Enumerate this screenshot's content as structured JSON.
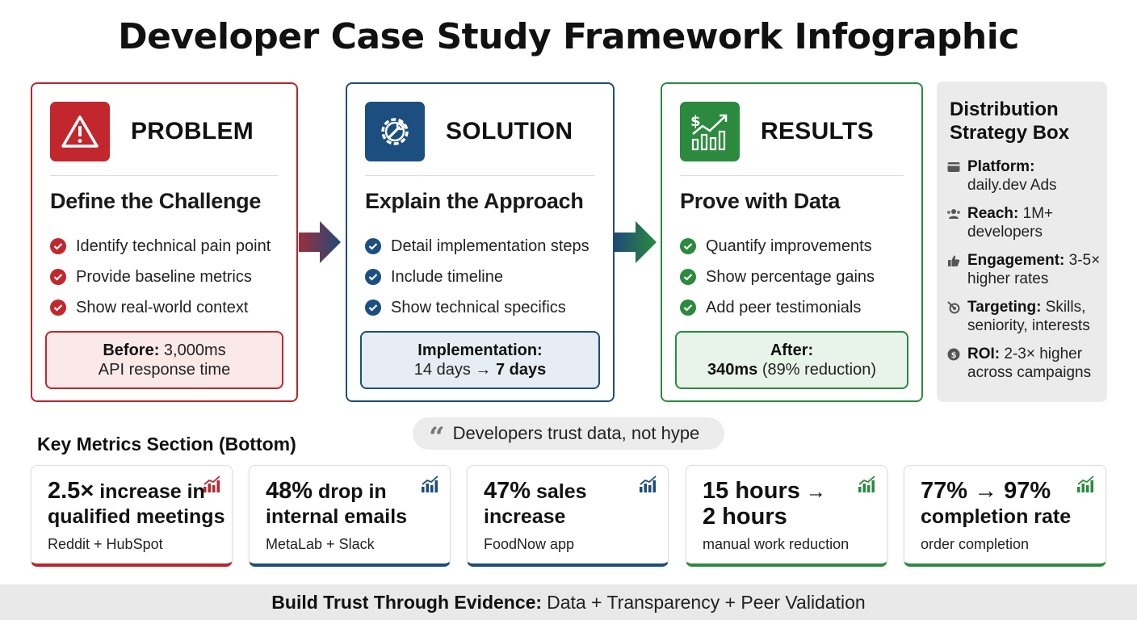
{
  "title": "Developer Case Study Framework Infographic",
  "colors": {
    "problem": "#c1272d",
    "solution": "#1c4f80",
    "results": "#2b8a3e"
  },
  "cards": [
    {
      "icon": "warning-triangle-icon",
      "heading": "PROBLEM",
      "subheading": "Define the Challenge",
      "items": [
        "Identify technical pain point",
        "Provide baseline metrics",
        "Show real-world context"
      ],
      "callout_label": "Before:",
      "callout_value": " 3,000ms",
      "callout_line2": "API response time"
    },
    {
      "icon": "gear-wrench-icon",
      "heading": "SOLUTION",
      "subheading": "Explain the Approach",
      "items": [
        "Detail implementation steps",
        "Include timeline",
        "Show technical specifics"
      ],
      "callout_label": "Implementation:",
      "callout_line2_prefix": "14 days → ",
      "callout_line2_bold": "7 days"
    },
    {
      "icon": "dollar-growth-chart-icon",
      "heading": "RESULTS",
      "subheading": "Prove with Data",
      "items": [
        "Quantify improvements",
        "Show percentage gains",
        "Add peer testimonials"
      ],
      "callout_label": "After:",
      "callout_line2_bold": "340ms",
      "callout_line2_suffix": " (89% reduction)"
    }
  ],
  "distribution": {
    "title_line1": "Distribution",
    "title_line2": "Strategy Box",
    "items": [
      {
        "icon": "card-icon",
        "label": "Platform:",
        "line1": "",
        "line2": "daily.dev Ads"
      },
      {
        "icon": "people-icon",
        "label": "Reach:",
        "line1": " 1M+",
        "line2": "developers"
      },
      {
        "icon": "thumbs-up-icon",
        "label": "Engagement:",
        "line1": " 3-5×",
        "line2": "higher rates"
      },
      {
        "icon": "target-icon",
        "label": "Targeting:",
        "line1": " Skills,",
        "line2": "seniority, interests"
      },
      {
        "icon": "coin-icon",
        "label": "ROI:",
        "line1": " 2-3× higher",
        "line2": "across campaigns"
      }
    ]
  },
  "key_metrics_title": "Key Metrics Section (Bottom)",
  "quote": "Developers trust data, not hype",
  "metrics": [
    {
      "big": "2.5×",
      "rest1": " increase in",
      "line2": "qualified meetings",
      "source": "Reddit + HubSpot",
      "color": "red"
    },
    {
      "big": "48%",
      "rest1": " drop in",
      "line2": "internal emails",
      "source": "MetaLab + Slack",
      "color": "blue"
    },
    {
      "big": "47%",
      "rest1": " sales",
      "line2": "increase",
      "source": "FoodNow app",
      "color": "blue"
    },
    {
      "big": "15 hours",
      "rest1": " →",
      "line2": "2 hours",
      "source": "manual work reduction",
      "color": "green"
    },
    {
      "big": "77% → 97%",
      "rest1": "",
      "line2": "completion rate",
      "source": "order completion",
      "color": "green"
    }
  ],
  "footer": {
    "bold": "Build Trust Through Evidence:",
    "rest": "Data + Transparency + Peer Validation"
  }
}
